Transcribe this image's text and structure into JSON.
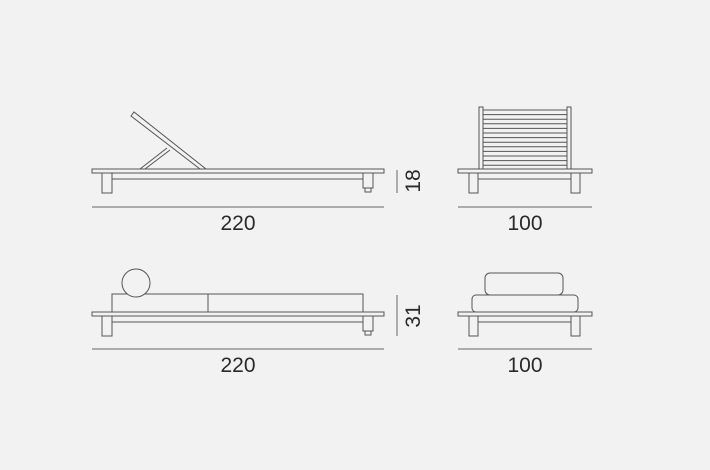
{
  "views": {
    "side_reclined": {
      "length_label": "220",
      "height_label": "18"
    },
    "front_backrest": {
      "width_label": "100"
    },
    "side_cushion": {
      "length_label": "220",
      "height_label": "31"
    },
    "front_cushion": {
      "width_label": "100"
    }
  },
  "colors": {
    "background": "#f2f2f2",
    "line": "#555555",
    "text": "#2a2a2a"
  }
}
